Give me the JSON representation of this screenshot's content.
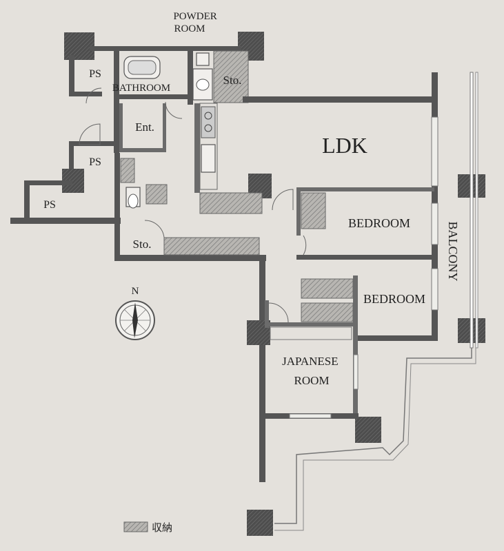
{
  "floor_plan": {
    "rooms": {
      "powder_room": "POWDER\nROOM",
      "bathroom": "BATHROOM",
      "storage_top": "Sto.",
      "ps_top": "PS",
      "entrance": "Ent.",
      "ps_middle": "PS",
      "ps_left": "PS",
      "ldk": "LDK",
      "bedroom_1": "BEDROOM",
      "storage_left": "Sto.",
      "bedroom_2": "BEDROOM",
      "japanese_room": "JAPANESE\nROOM",
      "balcony": "BALCONY"
    },
    "compass": {
      "label": "N"
    },
    "legend": {
      "label": "収納"
    },
    "colors": {
      "background": "#e4e1dc",
      "wall": "#555555",
      "storage_hatch": "#8a8a8a"
    }
  }
}
